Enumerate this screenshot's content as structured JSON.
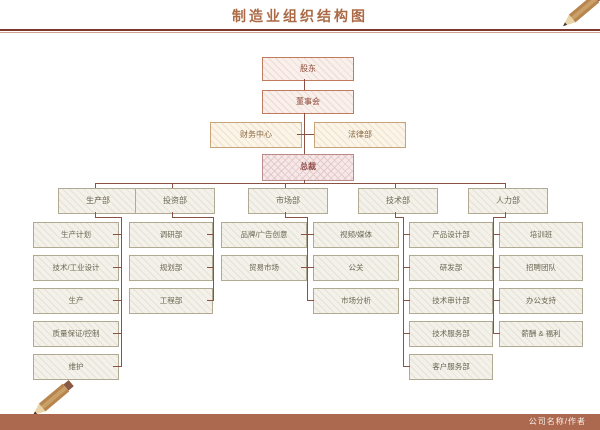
{
  "header": {
    "title": "制造业组织结构图"
  },
  "footer": {
    "credit": "公司名称/作者"
  },
  "colors": {
    "title": "#ab6a45",
    "rule": "#7e362b",
    "connector": "#8a5243",
    "footer_strip": "#ad6950",
    "top_box_border": "#c07a5f",
    "mid_box_border": "#c6a478",
    "president_border": "#bb8b8b",
    "dept_box_border": "#b1aa92"
  },
  "chart": {
    "nodes": {
      "shareholders": "股东",
      "board": "董事会",
      "finance_center": "财务中心",
      "legal_dept": "法律部",
      "president": "总裁"
    },
    "departments": {
      "production": {
        "label": "生产部",
        "children": [
          "生产计划",
          "技术/工业设计",
          "生产",
          "质量保证/控制",
          "维护"
        ]
      },
      "investment": {
        "label": "投资部",
        "children": [
          "调研部",
          "规划部",
          "工程部"
        ]
      },
      "marketing": {
        "label": "市场部",
        "children_left": [
          "品牌/广告创意",
          "贸易市场"
        ],
        "children_right": [
          "视频/媒体",
          "公关",
          "市场分析"
        ]
      },
      "technology": {
        "label": "技术部",
        "children": [
          "产品设计部",
          "研发部",
          "技术审计部",
          "技术服务部",
          "客户服务部"
        ]
      },
      "hr": {
        "label": "人力部",
        "children": [
          "培训班",
          "招聘团队",
          "办公支持",
          "薪酬 & 福利"
        ]
      }
    }
  },
  "decorations": {
    "top_right": "pencil",
    "bottom_left": "pencil"
  }
}
